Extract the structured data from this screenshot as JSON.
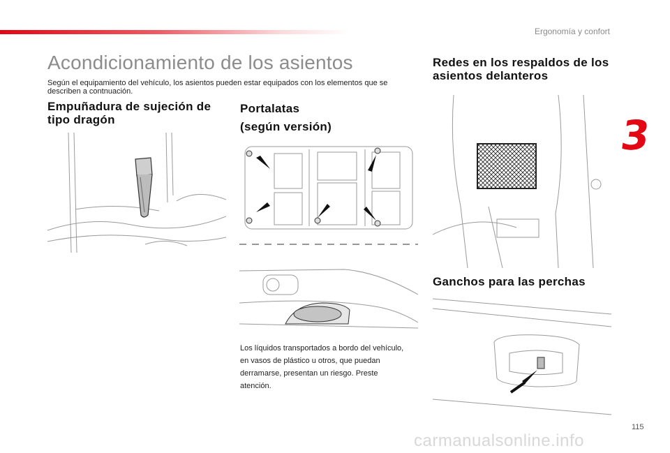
{
  "header": {
    "section_title": "Ergonomía y confort",
    "chapter_number": "3"
  },
  "page_title": "Acondicionamiento de los asientos",
  "intro": "Según el equipamiento del vehículo, los asientos pueden estar equipados con los elementos que se describen a contnuación.",
  "sections": {
    "dragon_handle": {
      "heading": "Empuñadura de sujeción de tipo dragón"
    },
    "cup_holders": {
      "heading_line1": "Portalatas",
      "heading_line2": "(según versión)",
      "warning": "Los líquidos transportados a bordo del vehículo, en vasos de plástico u otros, que puedan derramarse, presentan un riesgo. Preste atención."
    },
    "seat_nets": {
      "heading": "Redes en los respaldos de los asientos delanteros"
    },
    "hangers": {
      "heading": "Ganchos para las perchas"
    }
  },
  "footer": {
    "page_number": "115",
    "watermark": "carmanualsonline.info"
  },
  "colors": {
    "accent": "#e30613",
    "title_grey": "#8c8c8c"
  }
}
